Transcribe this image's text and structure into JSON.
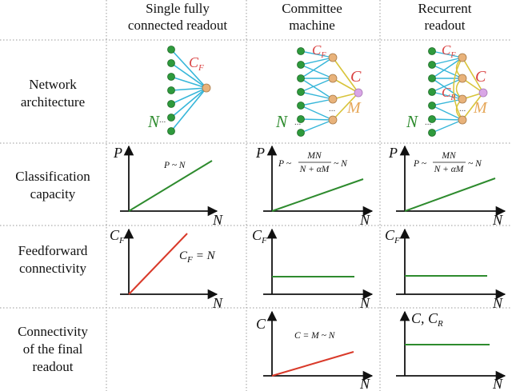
{
  "columns": [
    {
      "line1": "Single fully",
      "line2": "connected readout"
    },
    {
      "line1": "Committee",
      "line2": "machine"
    },
    {
      "line1": "Recurrent",
      "line2": "readout"
    }
  ],
  "rows": [
    {
      "line1": "Network",
      "line2": "architecture"
    },
    {
      "line1": "Classification",
      "line2": "capacity"
    },
    {
      "line1": "Feedforward",
      "line2": "connectivity"
    },
    {
      "line1": "Connectivity",
      "line2": "of the final",
      "line3": "readout"
    }
  ],
  "network": {
    "n_label": "N",
    "dots_label": "...",
    "cf_base": "C",
    "cf_sub": "F",
    "c_label": "C",
    "m_label": "M",
    "cr_base": "C",
    "cr_sub": "R"
  },
  "capacity": {
    "y_axis": "P",
    "x_axis": "N",
    "col1_formula": "P ~ N",
    "col2_left": "P ~",
    "col2_num": "MN",
    "col2_den": "N + αM",
    "col2_right": "~ N",
    "col3_left": "P ~",
    "col3_num": "MN",
    "col3_den": "N + αM",
    "col3_right": "~ N"
  },
  "feedforward": {
    "y_base": "C",
    "y_sub": "F",
    "x_axis": "N",
    "col1_formula": "= N"
  },
  "final_readout": {
    "col2_y": "C",
    "col2_formula": "C = M ~ N",
    "col3_y_base": "C, C",
    "col3_y_sub": "R",
    "x_axis": "N"
  },
  "colors": {
    "node_green": "#2e9a3c",
    "node_orange": "#e8b27a",
    "node_violet": "#d9a6e6",
    "edge_blue": "#36b6d9",
    "edge_yellow": "#d8c43a",
    "label_red": "#d94040",
    "label_orange": "#e6a85a",
    "line_green": "#2e8b2e",
    "line_red": "#d93a2a",
    "grid_gray": "#9a9a9a"
  }
}
